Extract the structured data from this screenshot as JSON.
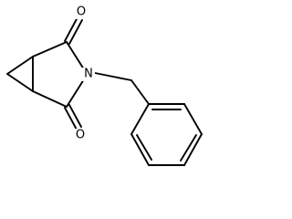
{
  "molecule": {
    "atoms": {
      "oxygen_top": "O",
      "nitrogen": "N",
      "oxygen_bottom": "O"
    },
    "colors": {
      "bond": "#000000",
      "label": "#000000",
      "background": "#ffffff"
    }
  }
}
